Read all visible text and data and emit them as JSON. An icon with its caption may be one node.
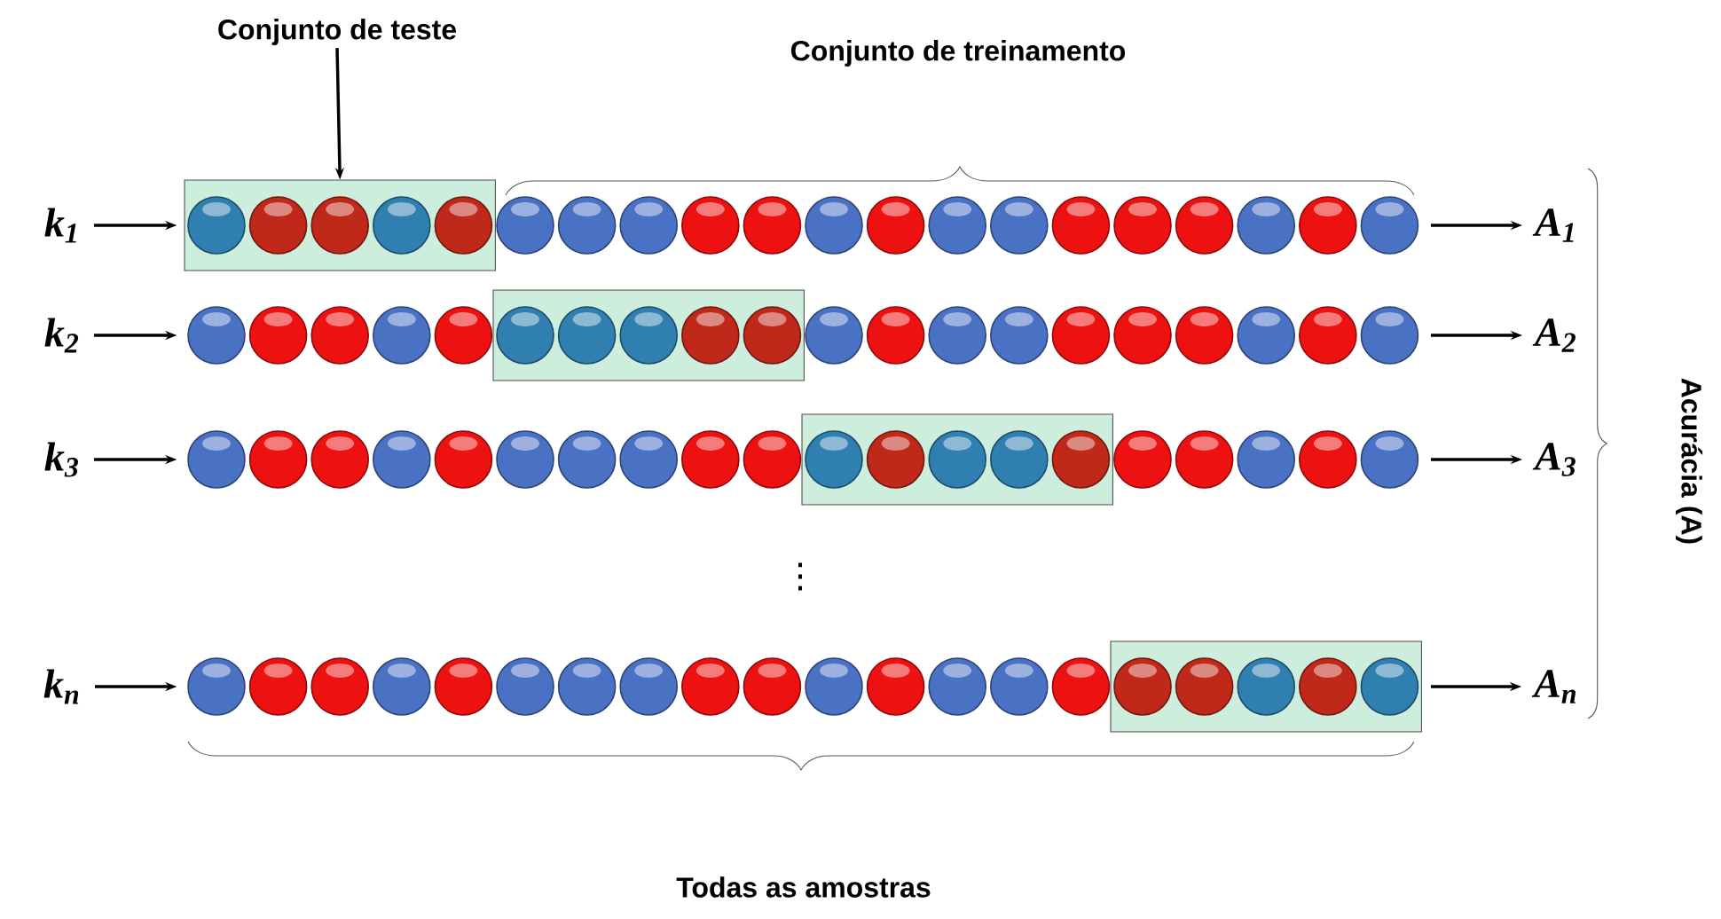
{
  "diagram": {
    "nodes": [
      {
        "text": [
          "Conjunto de teste"
        ]
      },
      {
        "text": [
          "k$_{1}$"
        ]
      },
      {
        "text": [],
        "shape": "box"
      },
      {
        "text": [],
        "shape": "bar"
      },
      {
        "text": [
          "A$_{1}$"
        ]
      },
      {
        "text": [
          "k$_{2}$"
        ]
      },
      {
        "text": [],
        "shape": "box"
      },
      {
        "text": [],
        "shape": "bar"
      },
      {
        "text": [
          "A$_{2}$"
        ]
      },
      {
        "text": [
          "k$_{3}$"
        ]
      },
      {
        "text": [],
        "shape": "box"
      },
      {
        "text": [],
        "shape": "bar"
      },
      {
        "text": [
          "A$_{3}$"
        ]
      },
      {
        "text": [
          "k$_{n}$"
        ]
      },
      {
        "text": [],
        "shape": "box"
      },
      {
        "text": [],
        "shape": "bar"
      },
      {
        "text": [
          "A$_{n}$"
        ]
      }
    ],
    "edges": [
      {
        "from": 0,
        "to": 2,
        "arrow": "to"
      },
      {
        "from": 1,
        "to": 3,
        "arrow": "to"
      },
      {
        "from": 3,
        "to": 4,
        "arrow": "to"
      },
      {
        "from": 5,
        "to": 7,
        "arrow": "to"
      },
      {
        "from": 7,
        "to": 8,
        "arrow": "to"
      },
      {
        "from": 9,
        "to": 11,
        "arrow": "to"
      },
      {
        "from": 11,
        "to": 12,
        "arrow": "to"
      },
      {
        "from": 13,
        "to": 15,
        "arrow": "to"
      },
      {
        "from": 15,
        "to": 16,
        "arrow": "to"
      }
    ],
    "labels": [
      "Conjunto de treinamento",
      "⋮",
      "Acurácia (A)",
      "Todas as amostras"
    ]
  }
}
